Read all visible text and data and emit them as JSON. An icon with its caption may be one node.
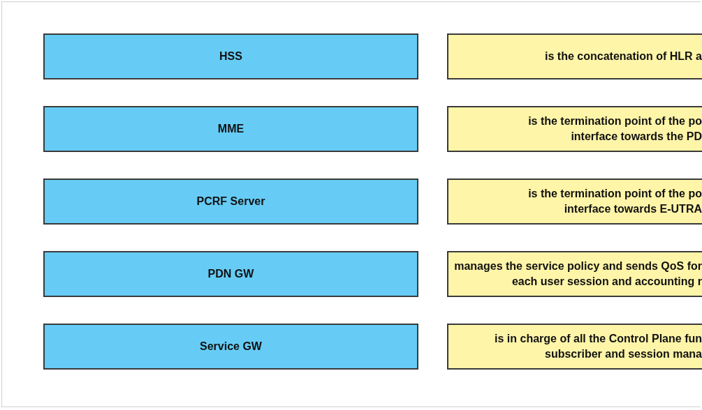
{
  "diagram": {
    "nodes": [
      {
        "text": [
          "HSS"
        ]
      },
      {
        "text": [
          "MME"
        ]
      },
      {
        "text": [
          "PCRF Server"
        ]
      },
      {
        "text": [
          "PDN GW"
        ]
      },
      {
        "text": [
          "Service GW"
        ]
      },
      {
        "text": [
          "is the concatenation of HLR a"
        ]
      },
      {
        "text": [
          "is the termination point of the po interface towards the PD"
        ]
      },
      {
        "text": [
          "is the termination point of the po interface towards E-UTRA"
        ]
      },
      {
        "text": [
          "manages the service policy and sends QoS for each user session and accounting r"
        ]
      },
      {
        "text": [
          "is in charge of all the Control Plane fun subscriber and session mana"
        ]
      }
    ]
  }
}
